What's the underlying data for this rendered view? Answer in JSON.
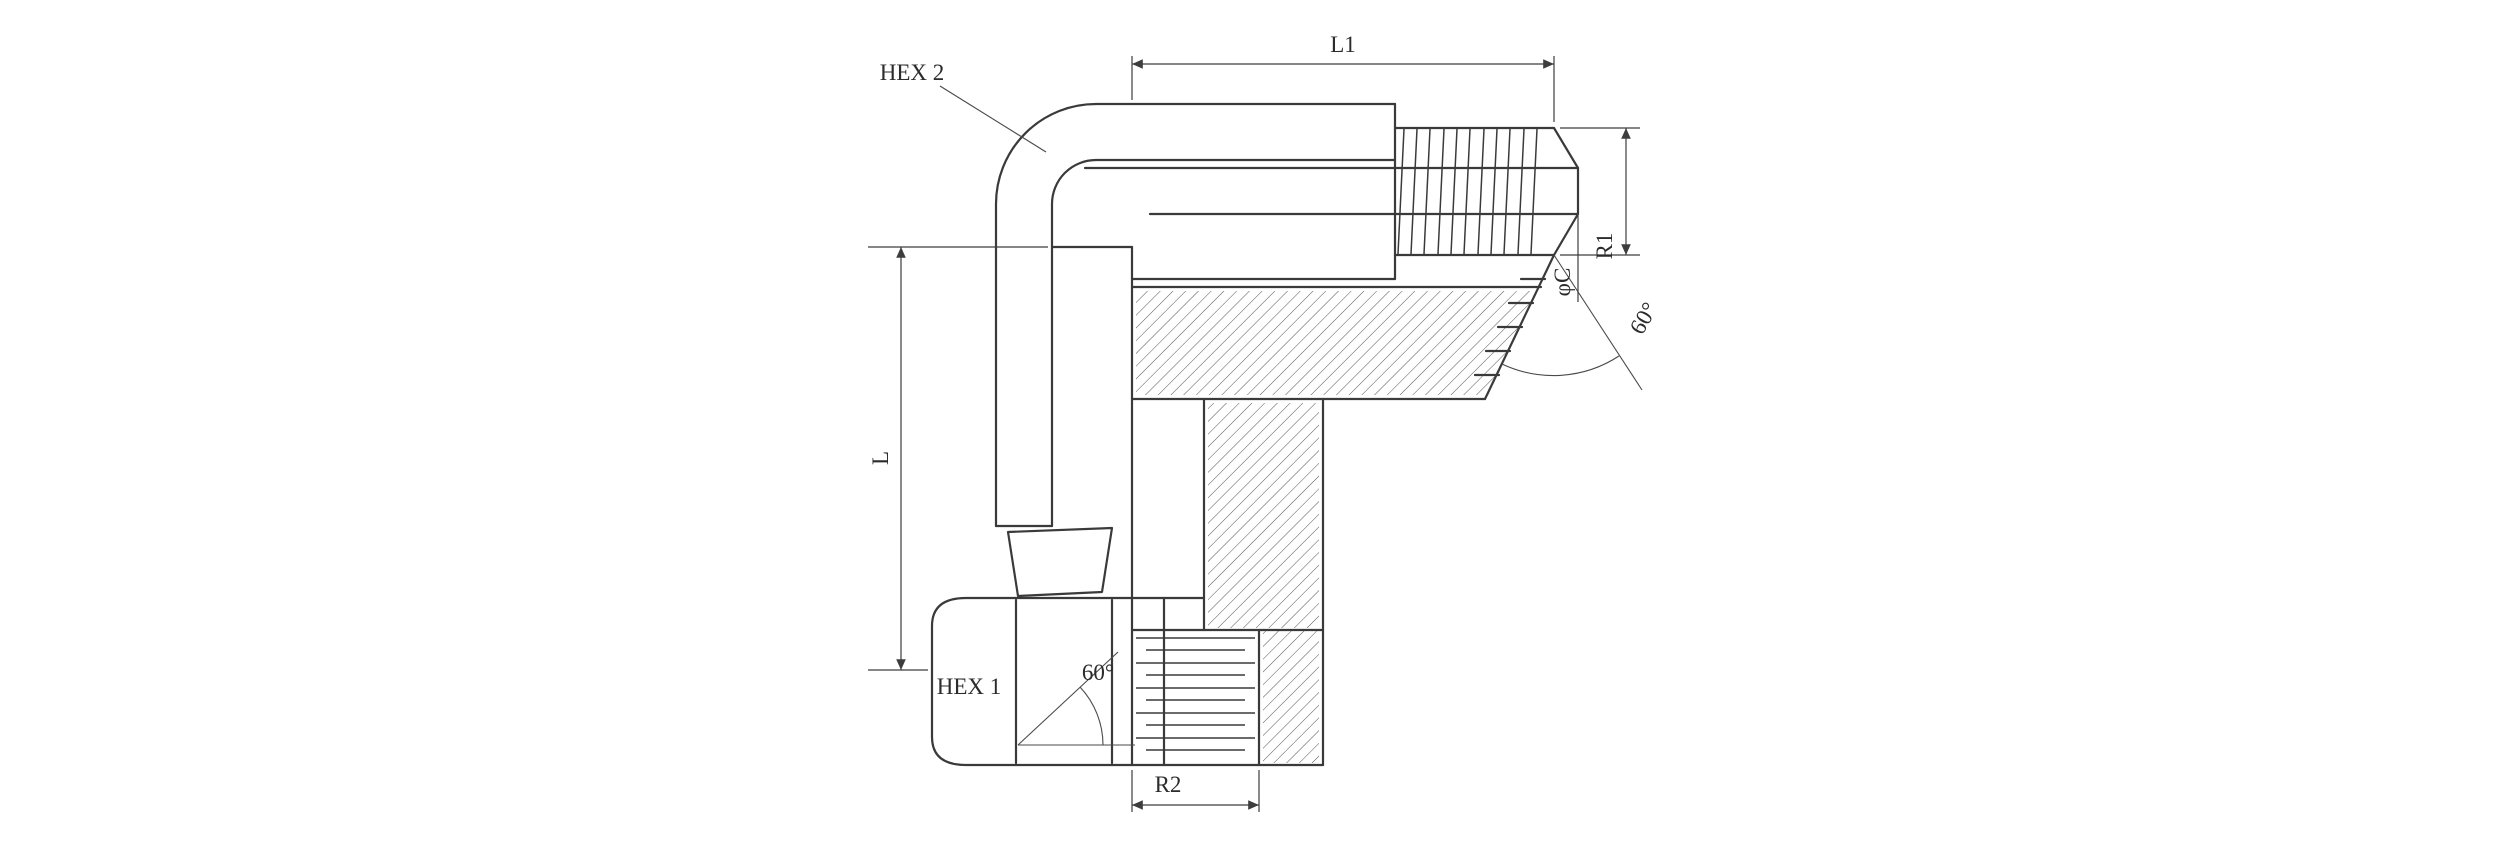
{
  "drawing": {
    "type": "technical-drawing",
    "description": "90-degree elbow hydraulic adapter fitting, male 60-degree cone port to female swivel nut, partial section CAD drawing",
    "background_color": "#ffffff",
    "line_color": "#3a3a3a",
    "labels": {
      "hex2": "HEX 2",
      "l1": "L1",
      "phi_c": "φC",
      "r1": "R1",
      "angle_right": "60°",
      "l": "L",
      "hex1": "HEX 1",
      "angle_bottom": "60°",
      "r2": "R2"
    }
  }
}
